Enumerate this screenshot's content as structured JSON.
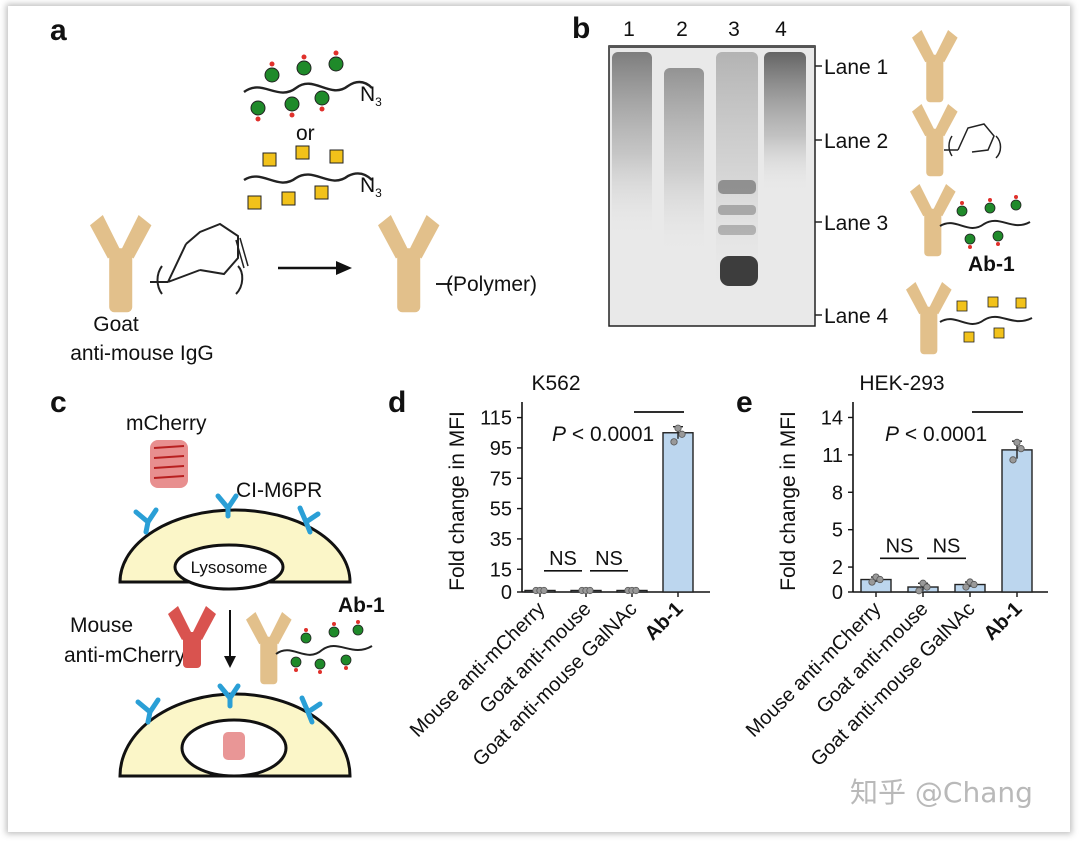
{
  "panels": {
    "a": {
      "label": "a",
      "n3_top": "N",
      "n3_top_sub": "3",
      "or": "or",
      "n3_bottom": "N",
      "n3_bottom_sub": "3",
      "antibody_caption_line1": "Goat",
      "antibody_caption_line2": "anti-mouse IgG",
      "product_label": "(Polymer)"
    },
    "b": {
      "label": "b",
      "lane_numbers": [
        "1",
        "2",
        "3",
        "4"
      ],
      "lanes": [
        "Lane 1",
        "Lane 2",
        "Lane 3",
        "Lane 4"
      ],
      "ab1": "Ab-1"
    },
    "c": {
      "label": "c",
      "mcherry": "mCherry",
      "receptor": "CI-M6PR",
      "lysosome": "Lysosome",
      "mouse_line1": "Mouse",
      "mouse_line2": "anti-mCherry",
      "ab1": "Ab-1"
    },
    "d": {
      "label": "d",
      "stat": "P < 0.0001",
      "stat_p": "P",
      "stat_rest": " < 0.0001",
      "ns1": "NS",
      "ns2": "NS"
    },
    "e": {
      "label": "e",
      "stat": "P < 0.0001",
      "stat_p": "P",
      "stat_rest": " < 0.0001",
      "ns1": "NS",
      "ns2": "NS"
    }
  },
  "colors": {
    "antibody": "#e2c08b",
    "bar_fill": "#bcd6ee",
    "bar_stroke": "#222222",
    "green_bead": "#1f8a2a",
    "red_tip": "#e0302b",
    "yellow_square": "#f2c21a",
    "receptor": "#2a9fd6",
    "mouse_ab": "#d9534f",
    "cell": "#fbf6c8"
  },
  "chart_data": [
    {
      "type": "bar",
      "panel": "d",
      "title": "K562",
      "ylabel": "Fold change in MFI",
      "categories": [
        "Mouse anti-mCherry",
        "Goat anti-mouse",
        "Goat anti-mouse GalNAc",
        "Ab-1"
      ],
      "values": [
        1,
        1,
        1,
        105
      ],
      "points": [
        [
          1,
          1,
          1
        ],
        [
          1,
          1,
          1
        ],
        [
          1,
          1,
          1
        ],
        [
          99,
          108,
          104
        ]
      ],
      "error": [
        0,
        0,
        0,
        4
      ],
      "yticks": [
        "0",
        "15",
        "35",
        "55",
        "75",
        "95",
        "115"
      ],
      "ytick_values": [
        0,
        15,
        35,
        55,
        75,
        95,
        115
      ],
      "ylim": [
        0,
        120
      ],
      "grid": false
    },
    {
      "type": "bar",
      "panel": "e",
      "title": "HEK-293",
      "ylabel": "Fold change in MFI",
      "categories": [
        "Mouse anti-mCherry",
        "Goat anti-mouse",
        "Goat anti-mouse GalNAc",
        "Ab-1"
      ],
      "values": [
        1.0,
        0.4,
        0.6,
        11.4
      ],
      "points": [
        [
          0.8,
          1.2,
          1.0
        ],
        [
          0.1,
          0.7,
          0.4
        ],
        [
          0.4,
          0.8,
          0.6
        ],
        [
          10.6,
          12.0,
          11.5
        ]
      ],
      "error": [
        0.2,
        0.3,
        0.2,
        0.7
      ],
      "yticks": [
        "0",
        "2",
        "5",
        "8",
        "11",
        "14"
      ],
      "ytick_values": [
        0,
        2,
        5,
        8,
        11,
        14
      ],
      "ylim": [
        0,
        14.6
      ],
      "grid": false
    }
  ],
  "watermark": "知乎 @Chang"
}
